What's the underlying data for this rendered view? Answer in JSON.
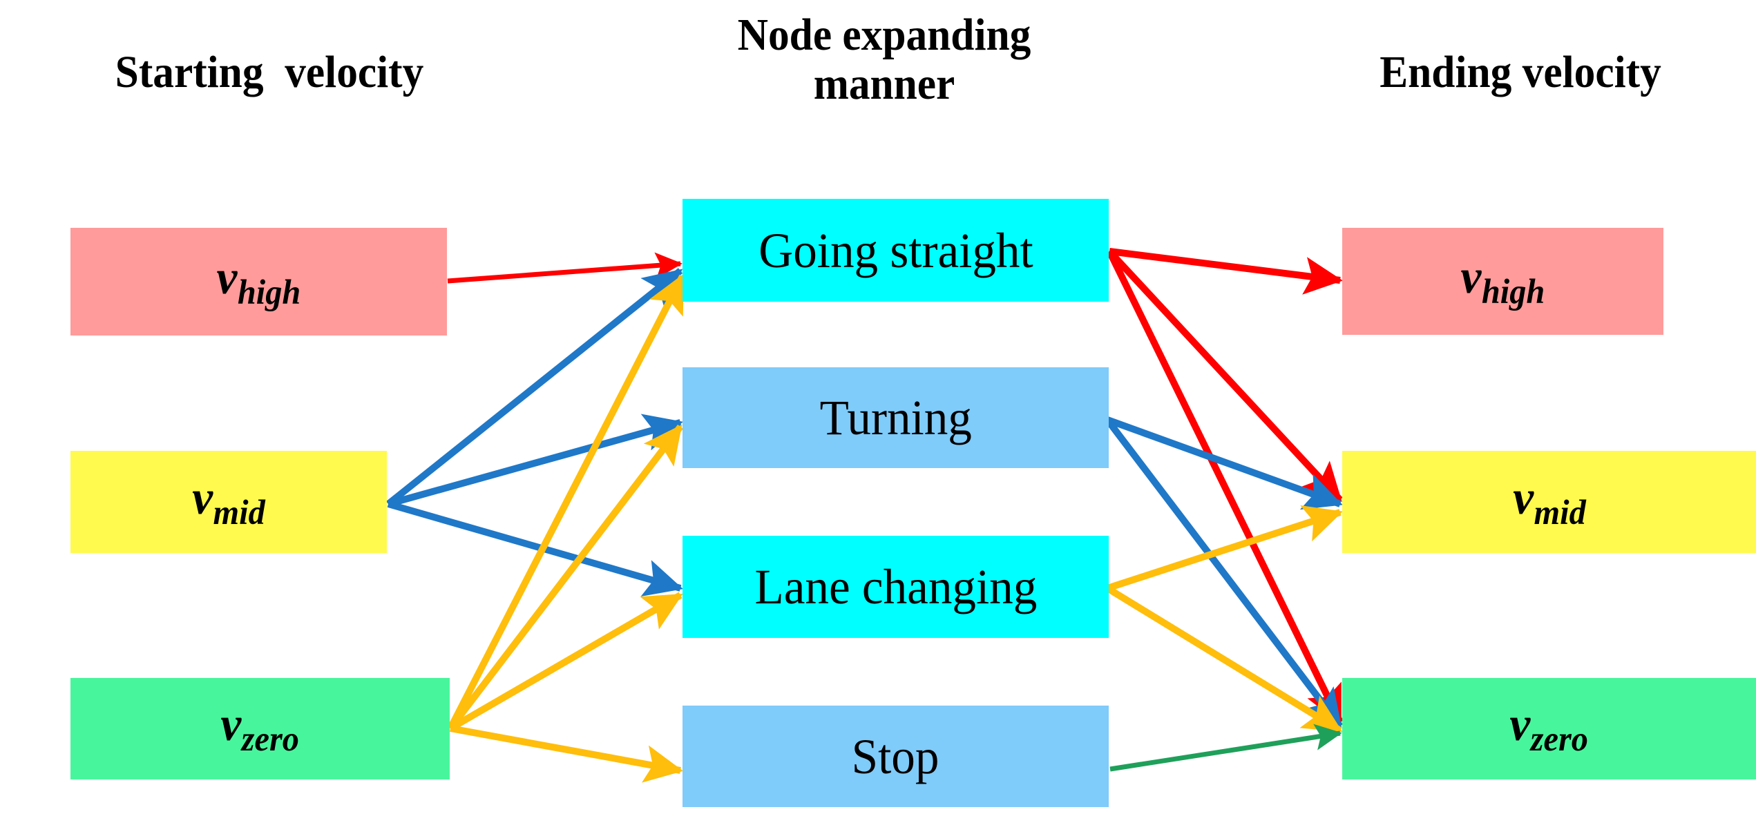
{
  "headers": {
    "start": "Starting  velocity",
    "middle": "Node expanding\nmanner",
    "end": "Ending velocity"
  },
  "start_nodes": [
    {
      "id": "v-high-start",
      "symbol": "v",
      "subscript": "high",
      "color": "#FF9B9B"
    },
    {
      "id": "v-mid-start",
      "symbol": "v",
      "subscript": "mid",
      "color": "#FFFA4D"
    },
    {
      "id": "v-zero-start",
      "symbol": "v",
      "subscript": "zero",
      "color": "#47F69C"
    }
  ],
  "manner_nodes": [
    {
      "id": "n-going-straight",
      "label": "Going straight",
      "color": "#00FFFF"
    },
    {
      "id": "n-turning",
      "label": "Turning",
      "color": "#7FCBF9"
    },
    {
      "id": "n-lane-changing",
      "label": "Lane changing",
      "color": "#00FFFF"
    },
    {
      "id": "n-stop",
      "label": "Stop",
      "color": "#7FCBF9"
    }
  ],
  "end_nodes": [
    {
      "id": "v-high-end",
      "symbol": "v",
      "subscript": "high",
      "color": "#FF9B9B"
    },
    {
      "id": "v-mid-end",
      "symbol": "v",
      "subscript": "mid",
      "color": "#FFFA4D"
    },
    {
      "id": "v-zero-end",
      "symbol": "v",
      "subscript": "zero",
      "color": "#47F69C"
    }
  ],
  "edge_colors": {
    "from_v_high": "#FF0000",
    "from_v_mid": "#1F78C8",
    "from_v_zero": "#FFBE0B",
    "from_stop": "#1FA05A"
  },
  "edges": [
    {
      "from": "v-high-start",
      "to": "n-going-straight",
      "color": "#FF0000"
    },
    {
      "from": "v-mid-start",
      "to": "n-going-straight",
      "color": "#1F78C8"
    },
    {
      "from": "v-mid-start",
      "to": "n-turning",
      "color": "#1F78C8"
    },
    {
      "from": "v-mid-start",
      "to": "n-lane-changing",
      "color": "#1F78C8"
    },
    {
      "from": "v-zero-start",
      "to": "n-going-straight",
      "color": "#FFBE0B"
    },
    {
      "from": "v-zero-start",
      "to": "n-turning",
      "color": "#FFBE0B"
    },
    {
      "from": "v-zero-start",
      "to": "n-lane-changing",
      "color": "#FFBE0B"
    },
    {
      "from": "v-zero-start",
      "to": "n-stop",
      "color": "#FFBE0B"
    },
    {
      "from": "n-going-straight",
      "to": "v-high-end",
      "color": "#FF0000"
    },
    {
      "from": "n-going-straight",
      "to": "v-mid-end",
      "color": "#FF0000"
    },
    {
      "from": "n-going-straight",
      "to": "v-zero-end",
      "color": "#FF0000"
    },
    {
      "from": "n-turning",
      "to": "v-mid-end",
      "color": "#1F78C8"
    },
    {
      "from": "n-turning",
      "to": "v-zero-end",
      "color": "#1F78C8"
    },
    {
      "from": "n-lane-changing",
      "to": "v-mid-end",
      "color": "#FFBE0B"
    },
    {
      "from": "n-lane-changing",
      "to": "v-zero-end",
      "color": "#FFBE0B"
    },
    {
      "from": "n-stop",
      "to": "v-zero-end",
      "color": "#1FA05A"
    }
  ]
}
